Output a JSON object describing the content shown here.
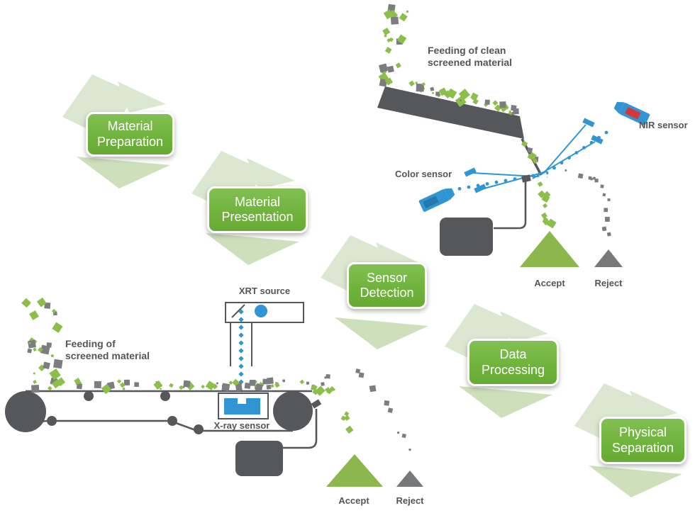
{
  "stages": [
    {
      "label": "Material\nPreparation"
    },
    {
      "label": "Material\nPresentation"
    },
    {
      "label": "Sensor\nDetection"
    },
    {
      "label": "Data\nProcessing"
    },
    {
      "label": "Physical\nSeparation"
    }
  ],
  "chute_diagram": {
    "feed_label": "Feeding of clean\nscreened material",
    "color_sensor_label": "Color sensor",
    "nir_sensor_label": "NIR sensor",
    "accept_label": "Accept",
    "reject_label": "Reject"
  },
  "belt_diagram": {
    "feed_label": "Feeding of\nscreened material",
    "xrt_source_label": "XRT source",
    "xray_sensor_label": "X-ray sensor",
    "accept_label": "Accept",
    "reject_label": "Reject"
  },
  "colors": {
    "stage_button_green": "#74b843",
    "particle_green": "#8bbf4a",
    "particle_gray": "#7c7d80",
    "machine_dark_gray": "#56575a",
    "sensor_blue": "#3095d2",
    "sensor_blue_dark": "#2379ab",
    "nir_red": "#d9363c",
    "accept_green": "#8bb74d",
    "reject_gray": "#77787a",
    "flow_arrow_light": "#dbe7d0",
    "flow_arrow_dark": "#cddfbb",
    "label_text": "#54555a"
  }
}
